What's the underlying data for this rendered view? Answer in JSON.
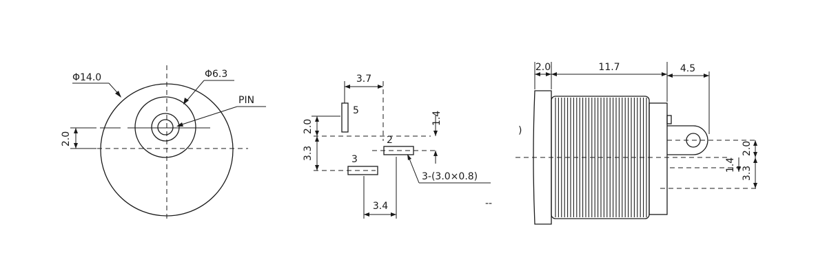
{
  "front_view": {
    "outer_diameter": "Φ14.0",
    "inner_diameter": "Φ6.3",
    "pin": "PIN",
    "offset": "2.0"
  },
  "footprint_view": {
    "pin_spacing_top": "3.7",
    "pin5": "5",
    "pin2": "2",
    "pin3": "3",
    "v_dim_upper": "2.0",
    "v_dim_lower": "3.3",
    "v_dim_right": "1.4",
    "pad_spec": "3-(3.0×0.8)",
    "pin_spacing_bottom": "3.4"
  },
  "side_view": {
    "flange_thickness": "2.0",
    "body_length": "11.7",
    "pin_length": "4.5",
    "dim_2_0": "2.0",
    "dim_1_4": "1.4",
    "dim_3_3": "3.3",
    "stray_mark_1": ")",
    "stray_mark_2": "--"
  },
  "colors": {
    "ink": "#1a1a1a",
    "background": "#ffffff"
  }
}
